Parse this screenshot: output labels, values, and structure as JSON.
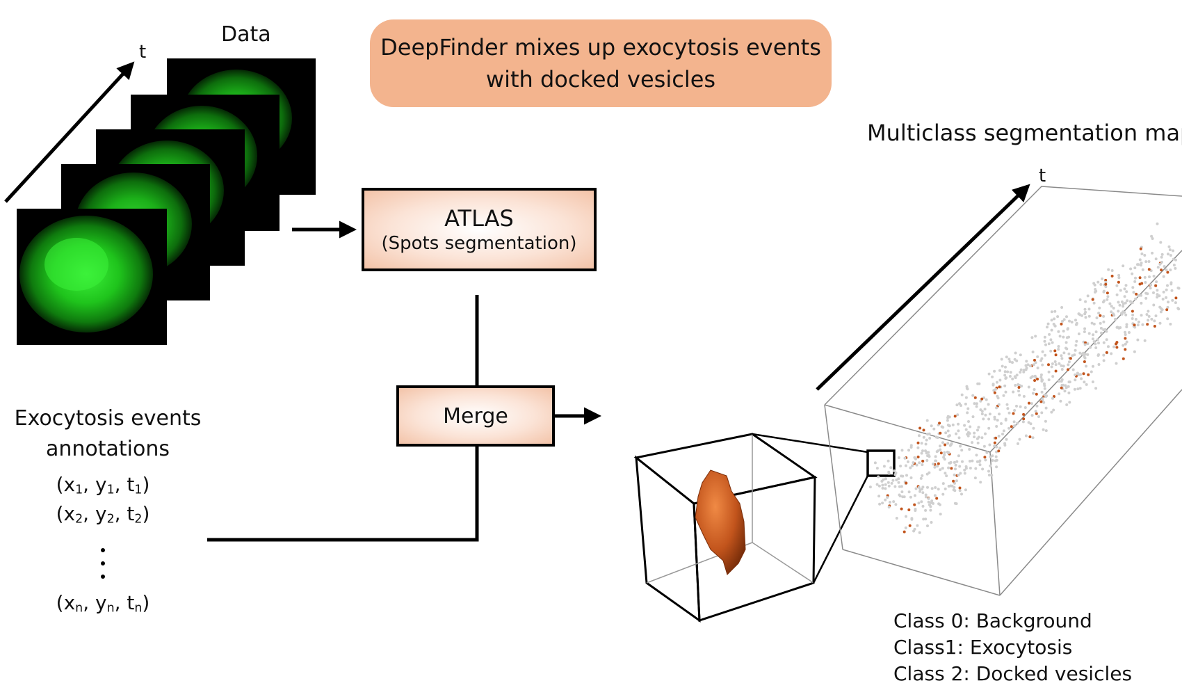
{
  "data_label": "Data",
  "time_label": "t",
  "note_line1": "DeepFinder mixes up exocytosis events",
  "note_line2": "with docked vesicles",
  "note_color": "#f3b48e",
  "atlas_title": "ATLAS",
  "atlas_subtitle": "(Spots segmentation)",
  "merge_label": "Merge",
  "output_title": "Multiclass segmentation map",
  "annotations_line1": "Exocytosis events",
  "annotations_line2": "annotations",
  "coords": [
    {
      "x": "x",
      "x_sub": "1",
      "y": "y",
      "y_sub": "1",
      "t": "t",
      "t_sub": "1"
    },
    {
      "x": "x",
      "x_sub": "2",
      "y": "y",
      "y_sub": "2",
      "t": "t",
      "t_sub": "2"
    },
    {
      "x": "x",
      "x_sub": "n",
      "y": "y",
      "y_sub": "n",
      "t": "t",
      "t_sub": "n"
    }
  ],
  "legend": [
    "Class 0: Background",
    "Class1: Exocytosis",
    "Class 2: Docked vesicles"
  ],
  "colors": {
    "cell_green": "#1fd11a",
    "exocytosis": "#c2541c",
    "docked_vesicle": "#cfcfcf"
  }
}
